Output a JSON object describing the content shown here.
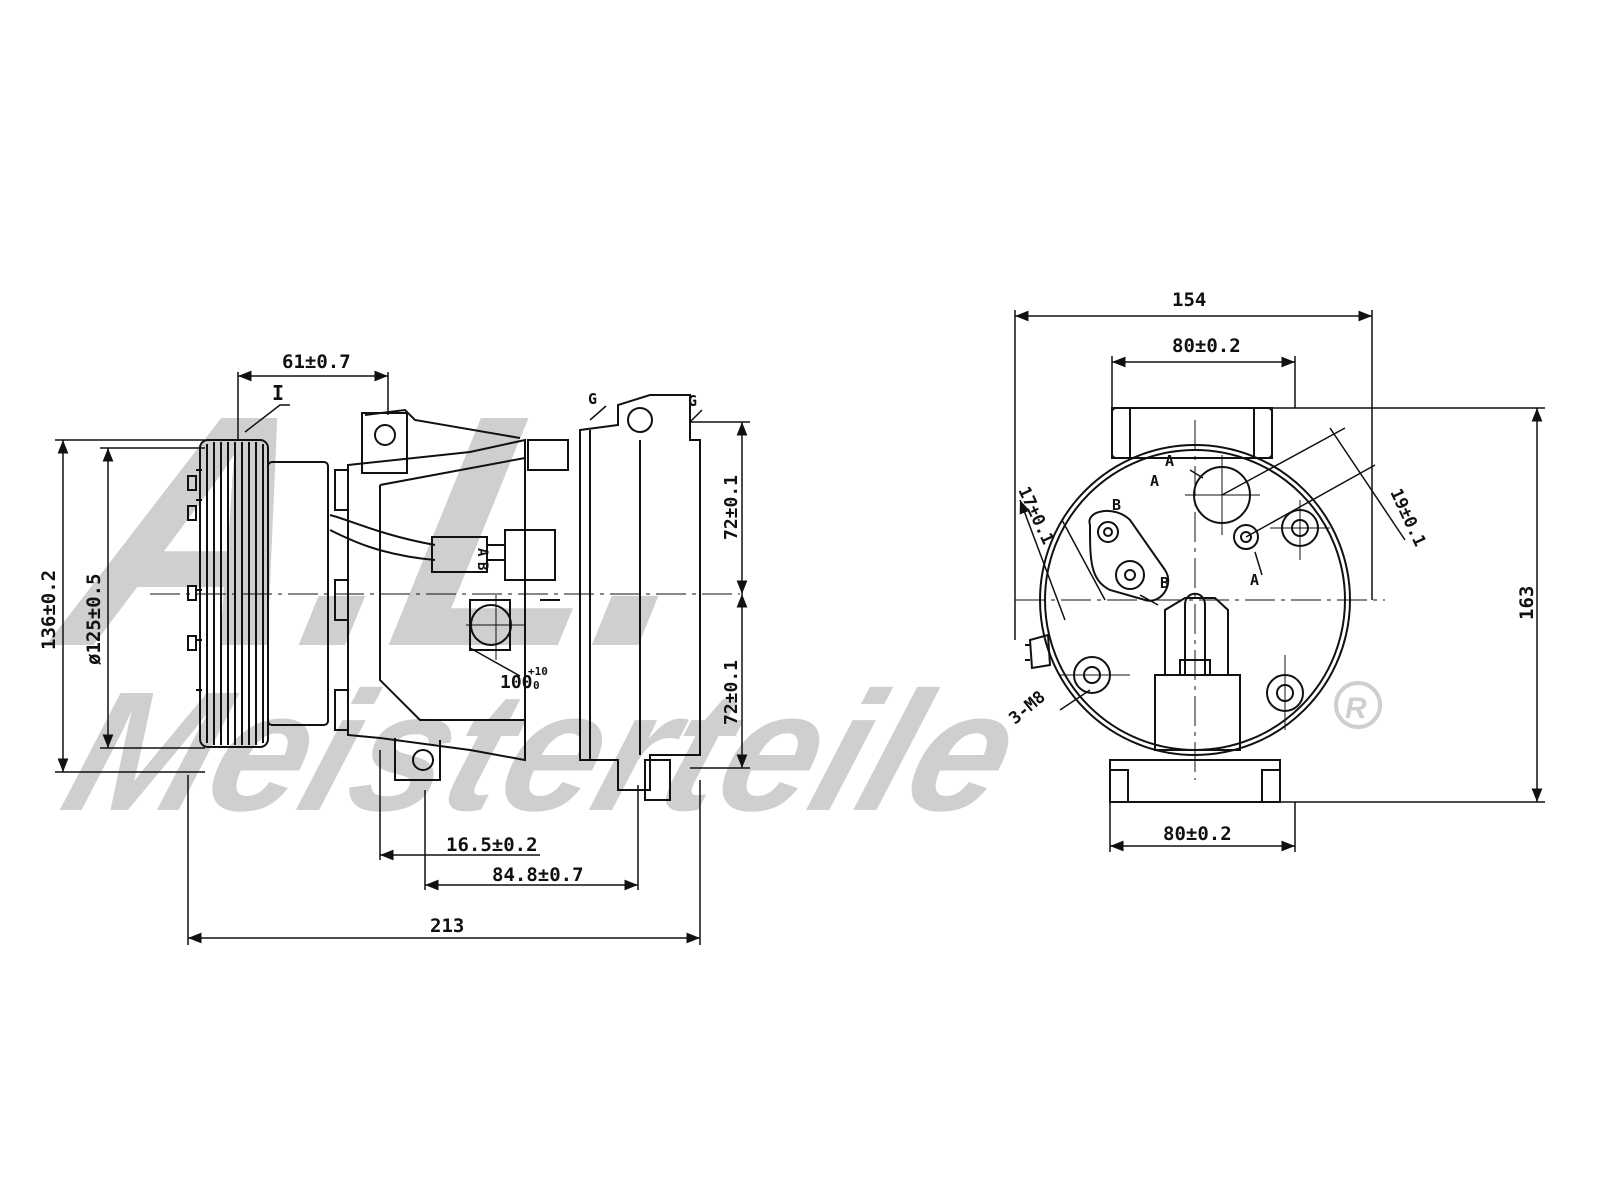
{
  "watermark": {
    "logo": "A.L.",
    "brand": "Meisterteile",
    "registered": "R"
  },
  "front_view": {
    "detail_marker": "I",
    "dims": {
      "d_61": "61±0.7",
      "d_136": "136±0.2",
      "d_125": "ø125±0.5",
      "d_72_top": "72±0.1",
      "d_72_bot": "72±0.1",
      "d_165": "16.5±0.2",
      "d_848": "84.8±0.7",
      "d_213": "213",
      "d_100": "100",
      "d_100_tol_top": "+10",
      "d_100_tol_bot": "0"
    },
    "labels": {
      "g_left": "G",
      "g_right": "G",
      "connector_a": "A",
      "connector_b": "B"
    }
  },
  "rear_view": {
    "dims": {
      "d_154": "154",
      "d_80_top": "80±0.2",
      "d_80_bot": "80±0.2",
      "d_163": "163",
      "d_17": "17±0.1",
      "d_19": "19±0.1",
      "thread": "3-M8"
    },
    "labels": {
      "a1": "A",
      "a2": "A",
      "a3": "A",
      "b1": "B",
      "b2": "B"
    }
  }
}
